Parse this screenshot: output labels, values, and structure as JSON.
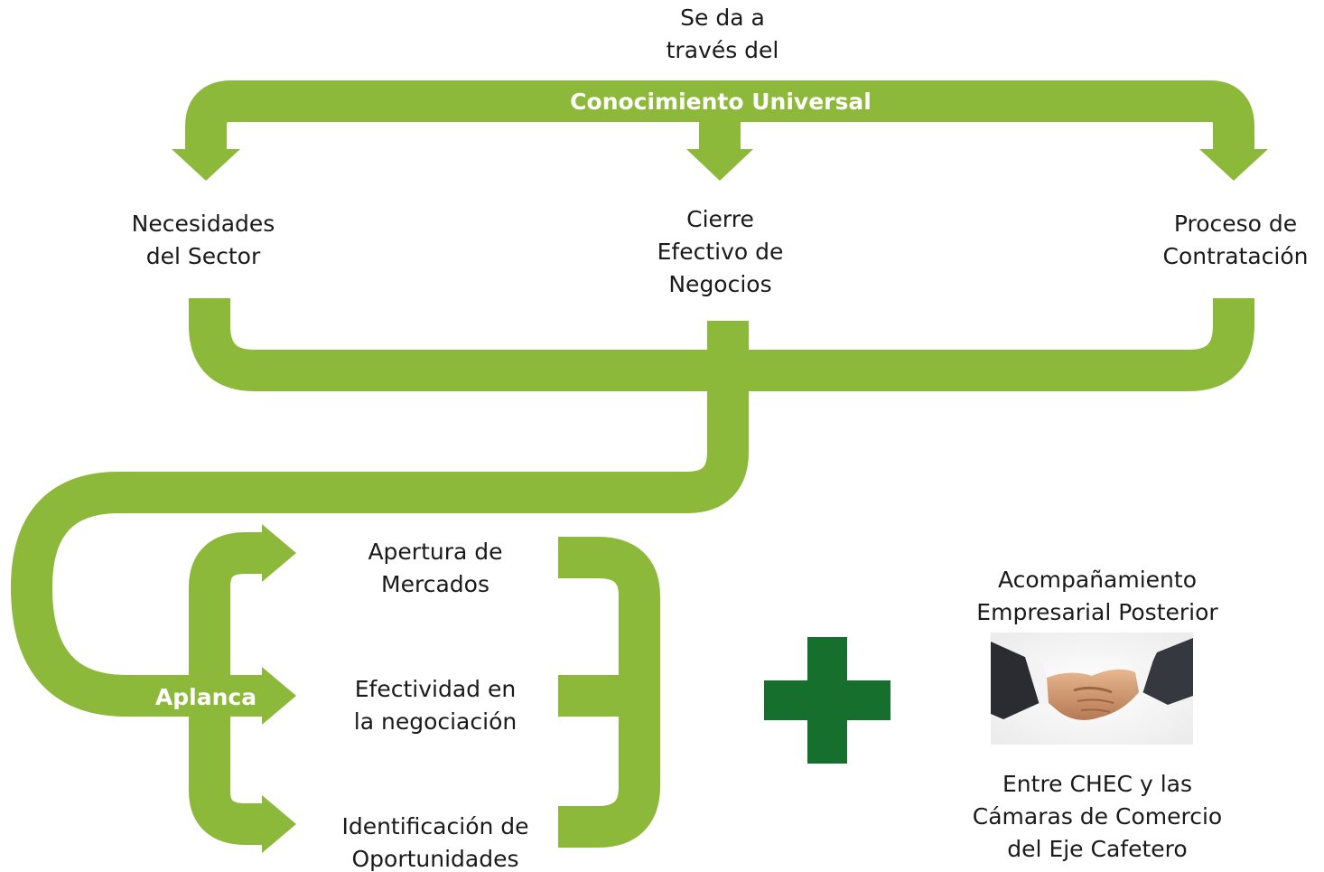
{
  "diagram": {
    "intro_text": "Se da a\ntravés del",
    "banner_text": "Conocimiento Universal",
    "nodes": {
      "sector_needs": "Necesidades\ndel Sector",
      "business_closure": "Cierre\nEfectivo de\nNegocios",
      "hiring_process": "Proceso de\nContratación"
    },
    "leverage_label": "Aplanca",
    "outcomes": [
      "Apertura de\nMercados",
      "Efectividad en\nla negociación",
      "Identificación de\nOportunidades"
    ],
    "accompaniment": {
      "title": "Acompañamiento\nEmpresarial Posterior",
      "caption": "Entre CHEC y las\nCámaras de Comercio\ndel Eje Cafetero",
      "image": "handshake-photo"
    },
    "plus_icon": "plus-icon",
    "colors": {
      "arrow_green": "#8cb93a",
      "plus_green": "#166f2c",
      "text": "#1a1a1a",
      "on_arrow_text": "#ffffff"
    }
  }
}
